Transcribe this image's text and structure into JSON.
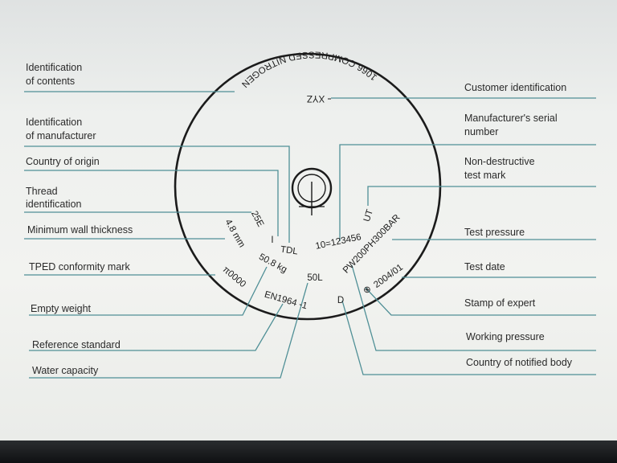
{
  "labels_left": [
    [
      "Identification",
      "of contents"
    ],
    [
      "Identification",
      "of manufacturer"
    ],
    [
      "Country of origin"
    ],
    [
      "Thread",
      "identification"
    ],
    [
      "Minimum wall thickness"
    ],
    [
      "TPED conformity mark"
    ],
    [
      "Empty weight"
    ],
    [
      "Reference standard"
    ],
    [
      "Water capacity"
    ]
  ],
  "labels_right": [
    [
      "Customer identification"
    ],
    [
      "Manufacturer's serial",
      "number"
    ],
    [
      "Non-destructive",
      "test mark"
    ],
    [
      "Test pressure"
    ],
    [
      "Test date"
    ],
    [
      "Stamp of expert"
    ],
    [
      "Working pressure"
    ],
    [
      "Country of notified body"
    ]
  ],
  "markings": {
    "arc_top": "1066 COMPRESSED NITROGEN",
    "customer": "XYZ",
    "thread": "25E",
    "origin": "I",
    "manufacturer": "TDL",
    "serial": "10=123456",
    "ndt": "UT",
    "wall": "4.8 mm",
    "weight": "50.8 kg",
    "capacity": "50L",
    "pressure": "PW200PH300BAR",
    "tped": "π0000",
    "standard": "EN1964 -1",
    "country": "D",
    "stamp": "⊕",
    "date": "2004/01"
  }
}
